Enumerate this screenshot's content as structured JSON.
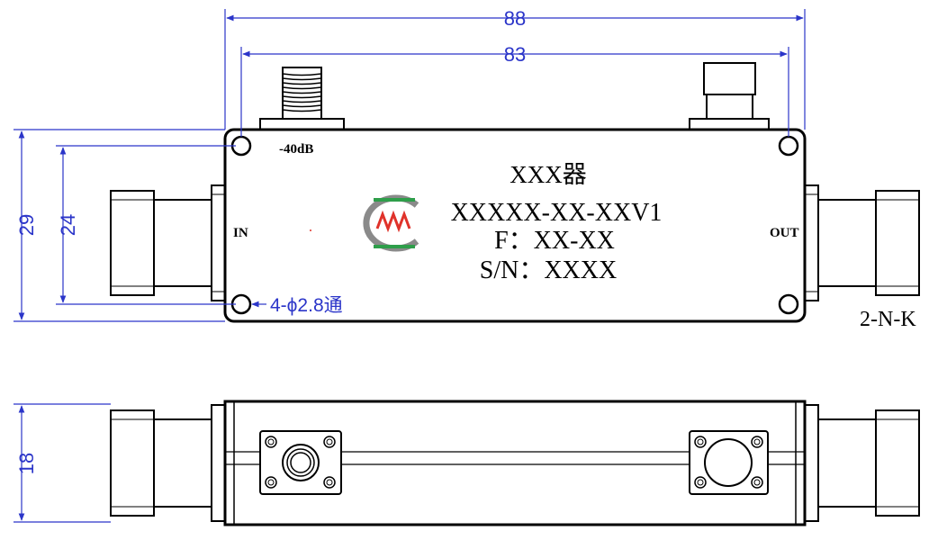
{
  "dimensions": {
    "overall_width": "88",
    "hole_spacing_width": "83",
    "overall_height": "29",
    "hole_spacing_height": "24",
    "side_height": "18",
    "mounting_holes": "4-ϕ2.8通"
  },
  "labels": {
    "coupling": "-40dB",
    "input_port": "IN",
    "output_port": "OUT",
    "connector_type": "2-N-K"
  },
  "nameplate": {
    "line1": "XXX器",
    "line2": "XXXXX-XX-XXV1",
    "line3": "F：XX-XX",
    "line4": "S/N：XXXX"
  },
  "colors": {
    "dimension": "#2b35c9",
    "outline": "#000000",
    "logo_gray": "#8a8a8a",
    "logo_green": "#2e9e4a",
    "logo_red": "#e0322a"
  },
  "icons": {
    "logo": "company-logo-icon"
  }
}
